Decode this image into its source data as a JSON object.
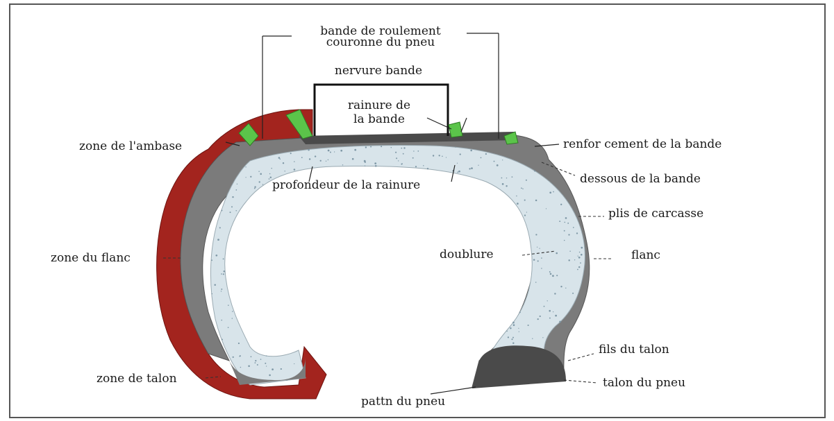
{
  "colors": {
    "rubber_red": "#a3241e",
    "gray_layer": "#7b7b7b",
    "dark_gray": "#4a4a4a",
    "liner": "#d8e4ea",
    "green": "#5bc44a",
    "frame": "#555555"
  },
  "labels": {
    "bande_de_roulement": "bande de roulement",
    "couronne_du_pneu": "couronne du pneu",
    "nervure_bande": "nervure bande",
    "rainure_de": "rainure de",
    "la_bande": "la bande",
    "zone_ambase": "zone de l'ambase",
    "renforcement": "renfor cement de la bande",
    "profondeur": "profondeur de la rainure",
    "dessous": "dessous de la bande",
    "plis": "plis de carcasse",
    "zone_flanc": "zone du flanc",
    "doublure": "doublure",
    "flanc": "flanc",
    "fils_talon": "fils du talon",
    "zone_talon": "zone de talon",
    "talon_pneu": "talon du pneu",
    "patin": "pattn du pneu"
  }
}
